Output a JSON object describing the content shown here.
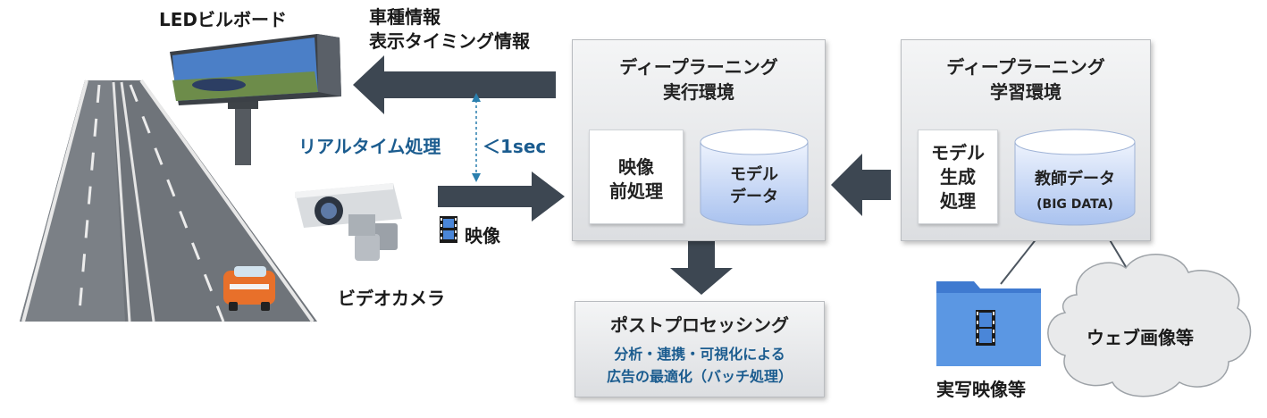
{
  "billboard": {
    "label": "LEDビルボード"
  },
  "info": {
    "line1": "車種情報",
    "line2": "表示タイミング情報"
  },
  "realtime": {
    "label": "リアルタイム処理",
    "latency": "＜1sec"
  },
  "camera": {
    "label": "ビデオカメラ"
  },
  "video": {
    "label": "映像"
  },
  "exec_env": {
    "title_line1": "ディープラーニング",
    "title_line2": "実行環境",
    "preprocess_line1": "映像",
    "preprocess_line2": "前処理",
    "model_line1": "モデル",
    "model_line2": "データ"
  },
  "learn_env": {
    "title_line1": "ディープラーニング",
    "title_line2": "学習環境",
    "gen_line1": "モデル",
    "gen_line2": "生成",
    "gen_line3": "処理",
    "teacher_line1": "教師データ",
    "teacher_line2": "(BIG DATA)"
  },
  "post": {
    "title": "ポストプロセッシング",
    "line1": "分析・連携・可視化による",
    "line2": "広告の最適化（バッチ処理）"
  },
  "sources": {
    "real": "実写映像等",
    "web": "ウェブ画像等"
  },
  "colors": {
    "arrow": "#3d4752",
    "blue_text": "#1b5c8f",
    "cylinder": "#b9cdf3",
    "folder": "#4a86d8"
  }
}
